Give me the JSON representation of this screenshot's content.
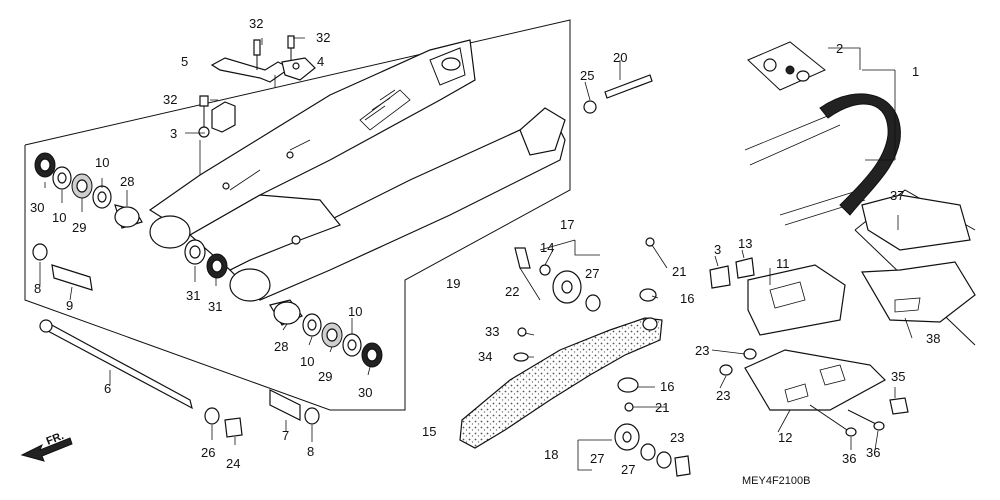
{
  "diagram": {
    "part_labels": {
      "l1": "1",
      "l2": "2",
      "l3a": "3",
      "l3b": "3",
      "l4": "4",
      "l5": "5",
      "l6": "6",
      "l7": "7",
      "l8a": "8",
      "l8b": "8",
      "l9": "9",
      "l10a": "10",
      "l10b": "10",
      "l10c": "10",
      "l10d": "10",
      "l11": "11",
      "l12": "12",
      "l13": "13",
      "l14": "14",
      "l15": "15",
      "l16a": "16",
      "l16b": "16",
      "l17": "17",
      "l18": "18",
      "l19": "19",
      "l20": "20",
      "l21a": "21",
      "l21b": "21",
      "l22": "22",
      "l23a": "23",
      "l23b": "23",
      "l23c": "23",
      "l24": "24",
      "l25": "25",
      "l26": "26",
      "l27a": "27",
      "l27b": "27",
      "l27c": "27",
      "l28a": "28",
      "l28b": "28",
      "l29a": "29",
      "l29b": "29",
      "l30a": "30",
      "l30b": "30",
      "l31a": "31",
      "l31b": "31",
      "l32a": "32",
      "l32b": "32",
      "l32c": "32",
      "l33": "33",
      "l34": "34",
      "l35": "35",
      "l36a": "36",
      "l36b": "36",
      "l37": "37",
      "l38": "38"
    },
    "direction_label": "FR.",
    "diagram_code": "MEY4F2100B"
  }
}
